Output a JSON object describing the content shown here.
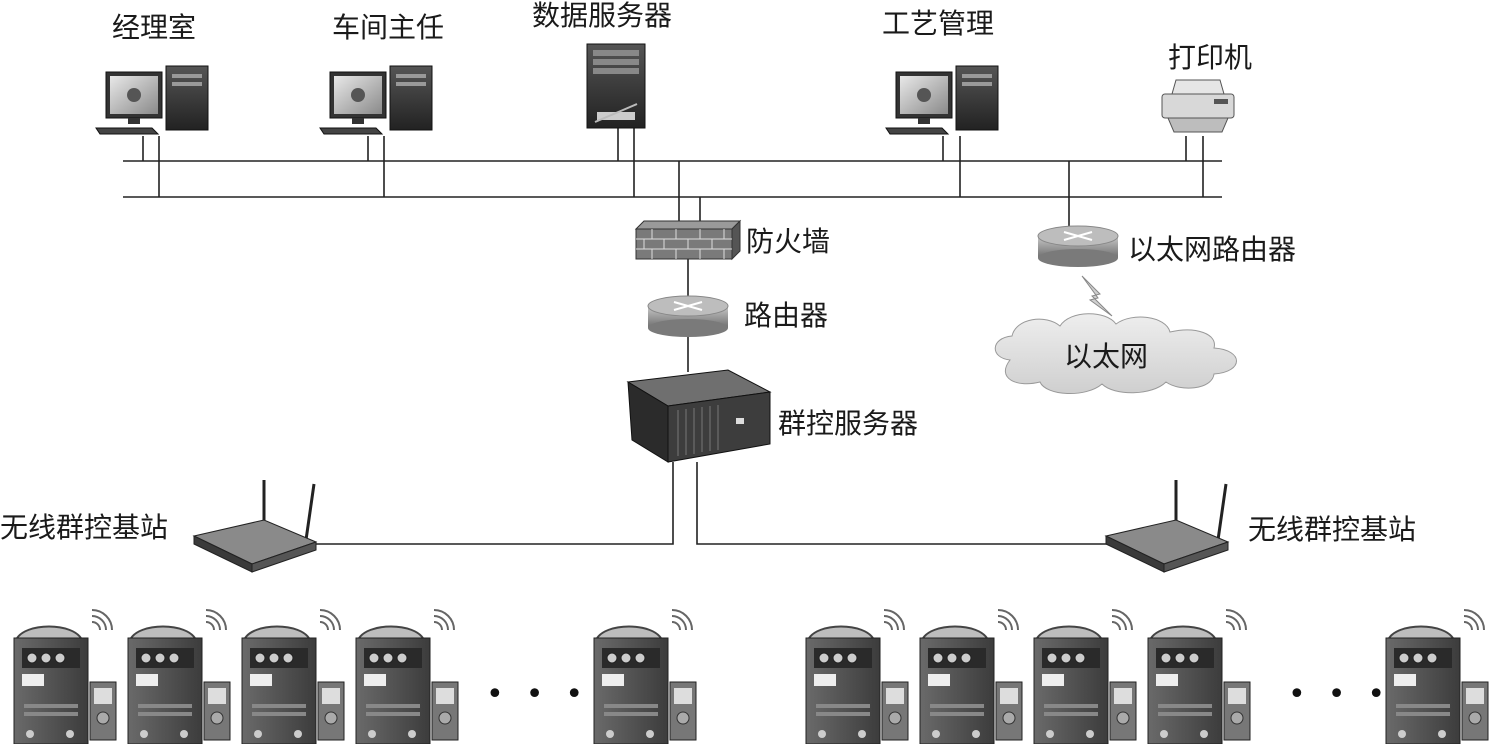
{
  "nodes": {
    "manager_office": "经理室",
    "workshop_director": "车间主任",
    "data_server": "数据服务器",
    "process_management": "工艺管理",
    "printer": "打印机",
    "firewall": "防火墙",
    "router": "路由器",
    "ethernet_router": "以太网路由器",
    "ethernet": "以太网",
    "group_control_server": "群控服务器",
    "wireless_base_station_left": "无线群控基站",
    "wireless_base_station_right": "无线群控基站"
  },
  "ellipsis": {
    "left": "•••",
    "right": "•••"
  },
  "icons": {
    "workstation": "desktop-computer-icon",
    "server": "tower-server-icon",
    "printer": "printer-icon",
    "firewall": "brick-firewall-icon",
    "router": "router-icon",
    "cloud": "cloud-icon",
    "wireless": "wireless-ap-icon",
    "welder": "welding-machine-icon"
  },
  "welders_per_group_shown": 5
}
